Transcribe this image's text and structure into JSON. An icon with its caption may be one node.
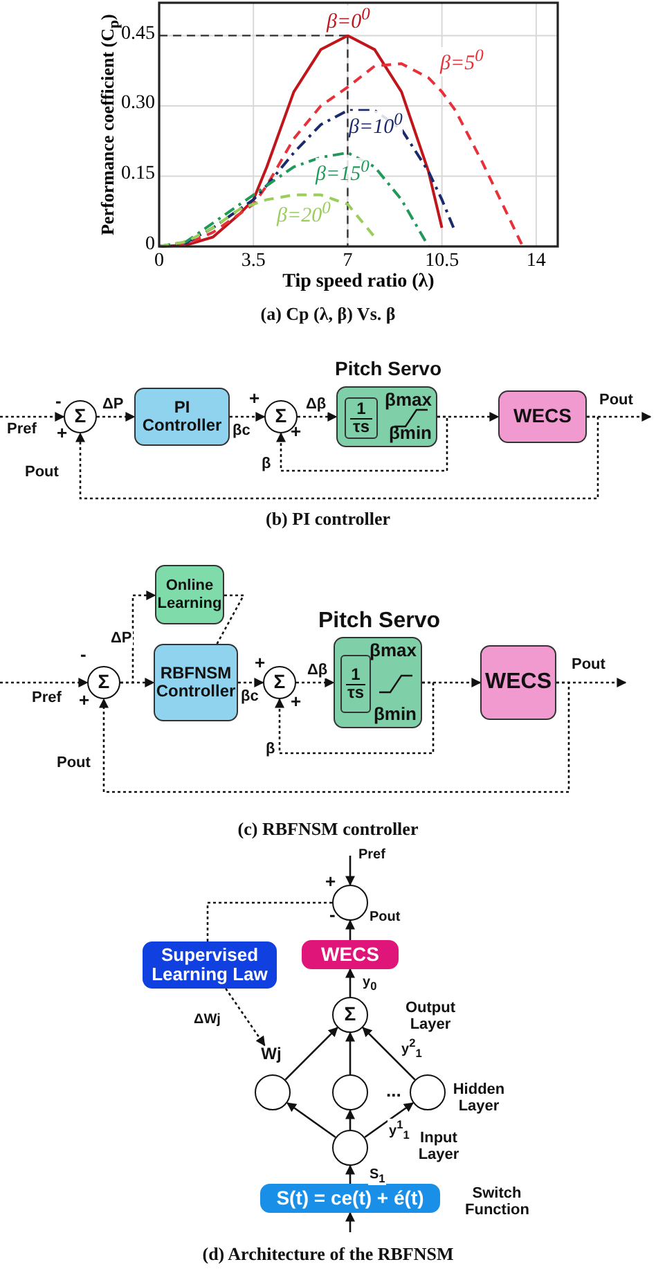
{
  "diagram": {
    "nodes": [
      {
        "text": [
          "Σ"
        ]
      },
      {
        "text": [
          "PI Controller"
        ]
      },
      {
        "text": [
          "Σ"
        ]
      },
      {
        "text": [
          "Pitch Servo",
          "βmax",
          "βmin"
        ]
      },
      {
        "text": [
          "1 τs"
        ],
        "in": 3
      },
      {
        "text": [
          "WECS"
        ]
      },
      {
        "text": [
          "Σ"
        ]
      },
      {
        "text": [
          "Online Learning"
        ]
      },
      {
        "text": [
          "RBFNSM Controller"
        ]
      },
      {
        "text": [
          "Σ"
        ]
      },
      {
        "text": [
          "Pitch Servo",
          "βmax",
          "βmin"
        ]
      },
      {
        "text": [
          "1 τs"
        ],
        "in": 10
      },
      {
        "text": [
          "WECS"
        ]
      },
      {
        "text": [],
        "shape": "circle"
      },
      {
        "text": [
          "Supervised Learning Law"
        ]
      },
      {
        "text": [
          "WECS"
        ]
      },
      {
        "text": [
          "Σ"
        ],
        "beside": [
          "Output Layer"
        ]
      },
      {
        "text": [
          "Wj"
        ]
      },
      {
        "text": [],
        "shape": "circle"
      },
      {
        "text": [],
        "shape": "circle"
      },
      {
        "text": [],
        "shape": "circle",
        "beside": [
          "Hidden Layer"
        ]
      },
      {
        "text": [],
        "shape": "circle"
      },
      {
        "text": [
          "S(t) = ce(t) + é(t)"
        ],
        "beside": [
          "Switch Function"
        ]
      }
    ],
    "edges": [
      {
        "from": null,
        "to": 0,
        "arrow": "to",
        "label": "Pref",
        "style": "dashed"
      },
      {
        "from": 0,
        "to": 1,
        "arrow": "to",
        "label": "ΔP",
        "style": "dashed"
      },
      {
        "from": 1,
        "to": 2,
        "arrow": "to",
        "label": "βc",
        "style": "dashed"
      },
      {
        "from": 2,
        "to": 3,
        "arrow": "to",
        "label": "Δβ",
        "style": "dashed"
      },
      {
        "from": 3,
        "to": 5,
        "arrow": "to",
        "style": "dashed"
      },
      {
        "from": 5,
        "to": null,
        "arrow": "to",
        "label": "Pout",
        "style": "dashed"
      },
      {
        "from": 3,
        "to": 2,
        "arrow": "to",
        "label": "β",
        "style": "dashed"
      },
      {
        "from": 5,
        "to": 0,
        "arrow": "to",
        "label": "Pout",
        "style": "dashed"
      },
      {
        "from": null,
        "to": 6,
        "arrow": "to",
        "label": "Pref",
        "style": "dashed"
      },
      {
        "from": 6,
        "to": 8,
        "arrow": "to",
        "style": "dashed"
      },
      {
        "from": 6,
        "to": 7,
        "arrow": "to",
        "label": "ΔP",
        "style": "dashed"
      },
      {
        "from": 7,
        "to": 8,
        "arrow": "none",
        "style": "dashed"
      },
      {
        "from": 8,
        "to": 9,
        "arrow": "to",
        "label": "βc",
        "style": "dashed"
      },
      {
        "from": 9,
        "to": 10,
        "arrow": "to",
        "label": "Δβ",
        "style": "dashed"
      },
      {
        "from": 10,
        "to": 12,
        "arrow": "to",
        "style": "dashed"
      },
      {
        "from": 12,
        "to": null,
        "arrow": "to",
        "label": "Pout",
        "style": "dashed"
      },
      {
        "from": 10,
        "to": 9,
        "arrow": "to",
        "label": "β",
        "style": "dashed"
      },
      {
        "from": 12,
        "to": 6,
        "arrow": "to",
        "label": "Pout",
        "style": "dashed"
      },
      {
        "from": null,
        "to": 13,
        "arrow": "to",
        "label": "Pref"
      },
      {
        "from": 15,
        "to": 13,
        "arrow": "to",
        "label": "Pout"
      },
      {
        "from": 13,
        "to": 14,
        "arrow": "none",
        "style": "dashed"
      },
      {
        "from": 14,
        "to": 17,
        "arrow": "to",
        "label": "ΔWj",
        "style": "dashed"
      },
      {
        "from": 16,
        "to": 15,
        "arrow": "to",
        "label": "y$_{0}$"
      },
      {
        "from": 18,
        "to": 16,
        "arrow": "to"
      },
      {
        "from": 19,
        "to": 16,
        "arrow": "to"
      },
      {
        "from": 20,
        "to": 16,
        "arrow": "to",
        "label": "y$^{2}$$_{1}$"
      },
      {
        "from": 21,
        "to": 18,
        "arrow": "to"
      },
      {
        "from": 21,
        "to": 19,
        "arrow": "to"
      },
      {
        "from": 21,
        "to": 20,
        "arrow": "to",
        "label": "y$^{1}$$_{1}$"
      },
      {
        "from": 22,
        "to": 21,
        "arrow": "to",
        "label": "S$_{1}$"
      },
      {
        "from": null,
        "to": 22,
        "arrow": "to"
      }
    ],
    "labels": [
      "(a) Cp (λ, β) Vs. β",
      "-",
      "+",
      "+",
      "+",
      "(b) PI controller",
      "-",
      "+",
      "+",
      "+",
      "(c) RBFNSM controller",
      "+",
      "-",
      "...",
      "Input Layer",
      "(d) Architecture of the RBFNSM"
    ],
    "chart_data": {
      "type": "line",
      "xlabel": "Tip speed ratio (λ)",
      "ylabel": "Performance coefficient (C$_{p}$)",
      "x": [
        0,
        1,
        2,
        3,
        3.5,
        4,
        5,
        6,
        7,
        8,
        9,
        10,
        10.5,
        11,
        12,
        13,
        13.5
      ],
      "series": [
        {
          "name": "β=0$^{0}$",
          "color": "#c0151b",
          "line_style": "solid",
          "values": [
            0,
            0.003,
            0.02,
            0.07,
            0.1,
            0.17,
            0.33,
            0.42,
            0.45,
            0.42,
            0.33,
            0.16,
            0.04,
            null,
            null,
            null,
            null
          ]
        },
        {
          "name": "β=5$^{0}$",
          "color": "#e8303a",
          "line_style": "dashed",
          "values": [
            0,
            0.005,
            0.03,
            0.07,
            0.09,
            0.13,
            0.23,
            0.3,
            0.34,
            0.385,
            0.39,
            0.36,
            0.33,
            0.29,
            0.18,
            0.06,
            0
          ]
        },
        {
          "name": "β=10$^{0}$",
          "color": "#1a2a6c",
          "line_style": "dashdot",
          "values": [
            0,
            0.008,
            0.04,
            0.08,
            0.1,
            0.13,
            0.2,
            0.26,
            0.29,
            0.29,
            0.25,
            0.16,
            0.1,
            0.03,
            null,
            null,
            null
          ]
        },
        {
          "name": "β=15$^{0}$",
          "color": "#1f9a5a",
          "line_style": "dashdot",
          "values": [
            0,
            0.01,
            0.05,
            0.09,
            0.11,
            0.13,
            0.17,
            0.19,
            0.2,
            0.17,
            0.1,
            0,
            null,
            null,
            null,
            null,
            null
          ]
        },
        {
          "name": "β=20$^{0}$",
          "color": "#9acd5a",
          "line_style": "dashed",
          "values": [
            0,
            0.01,
            0.04,
            0.08,
            0.09,
            0.1,
            0.11,
            0.11,
            0.09,
            0.02,
            null,
            null,
            null,
            null,
            null,
            null,
            null
          ]
        }
      ],
      "xlim": [
        0,
        14.8
      ],
      "ylim": [
        0,
        0.52
      ],
      "grid": true,
      "ref_lines": [
        {
          "axis": "y",
          "value": 0.45
        },
        {
          "axis": "x",
          "value": 7
        }
      ],
      "xticks": [
        0,
        3.5,
        7,
        10.5,
        14
      ],
      "yticks": [
        {
          "value": 0,
          "label": "0"
        },
        {
          "value": 0.15,
          "label": "0.15"
        },
        {
          "value": 0.3,
          "label": "0.30"
        },
        {
          "value": 0.45,
          "label": "0.45"
        }
      ]
    }
  }
}
